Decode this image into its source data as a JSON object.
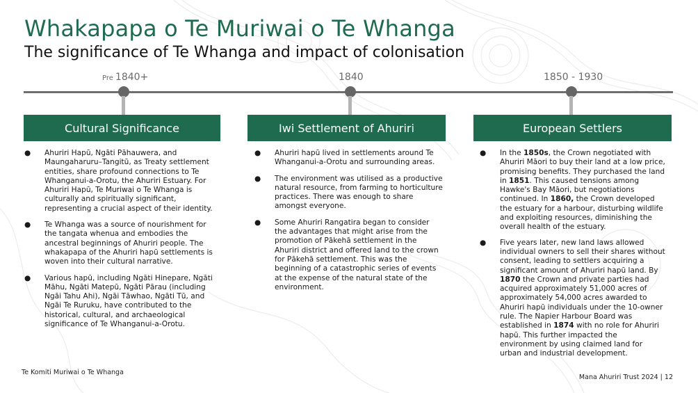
{
  "title": "Whakapapa o Te Muriwai o Te Whanga",
  "subtitle": "The significance of Te Whanga and impact of colonisation",
  "timeline": [
    {
      "prefix": "Pre",
      "label": "1840+"
    },
    {
      "prefix": "",
      "label": "1840"
    },
    {
      "prefix": "",
      "label": "1850 - 1930"
    }
  ],
  "columns": [
    {
      "header": "Cultural Significance",
      "bullets": [
        [
          {
            "t": "Ahuriri Hapū, Ngāti Pāhauwera, and Maungaharuru–Tangitū, as Treaty settlement entities, share profound connections to Te Whanganui-a-Orotu, the Ahuriri Estuary. For Ahuriri Hapū, Te Muriwai o Te Whanga is culturally and spiritually significant, representing a crucial aspect of their identity.",
            "b": false
          }
        ],
        [
          {
            "t": "Te Whanga was a source of nourishment for the tangata whenua and embodies the ancestral beginnings of Ahuriri people. The whakapapa of the Ahuriri hapū settlements is woven into their cultural narrative.",
            "b": false
          }
        ],
        [
          {
            "t": "Various hapū, including Ngāti Hinepare, Ngāti Māhu, Ngāti Matepū, Ngāti Pārau (including Ngāi Tahu Ahi), Ngāi Tāwhao, Ngāti Tū, and Ngāi Te Ruruku, have contributed to the historical, cultural, and archaeological significance of Te Whanganui-a-Orotu.",
            "b": false
          }
        ]
      ]
    },
    {
      "header": "Iwi Settlement of Ahuriri",
      "bullets": [
        [
          {
            "t": "Ahuriri hapū lived in settlements around Te Whanganui-a-Orotu and surrounding areas.",
            "b": false
          }
        ],
        [
          {
            "t": "The environment was utilised as a productive natural resource, from farming to horticulture practices. There was enough to share amongst everyone.",
            "b": false
          }
        ],
        [
          {
            "t": "Some Ahuriri Rangatira began to consider the advantages that might arise from the promotion of Pākehā settlement in the Ahuriri district and offered land to the crown for Pākehā settlement. This was the beginning of a catastrophic series of events at the expense of the natural state of the environment.",
            "b": false
          }
        ]
      ]
    },
    {
      "header": "European Settlers",
      "bullets": [
        [
          {
            "t": " In the ",
            "b": false
          },
          {
            "t": "1850s",
            "b": true
          },
          {
            "t": ", the Crown negotiated with Ahuriri Māori to buy their land at a low price, promising benefits. They purchased the land in ",
            "b": false
          },
          {
            "t": "1851",
            "b": true
          },
          {
            "t": ". This caused tensions among Hawke's Bay Māori, but negotiations continued. In ",
            "b": false
          },
          {
            "t": "1860,",
            "b": true
          },
          {
            "t": " the Crown developed the estuary for a harbour, disturbing wildlife and exploiting resources, diminishing the overall health of the estuary.",
            "b": false
          }
        ],
        [
          {
            "t": " Five years later, new land laws allowed individual owners to sell their shares without consent, leading to settlers acquiring a significant amount of Ahuriri hapū land. By ",
            "b": false
          },
          {
            "t": "1870",
            "b": true
          },
          {
            "t": " the Crown and private parties had acquired approximately 51,000 acres of approximately 54,000 acres awarded to Ahuriri hapū individuals under the 10-owner rule. The Napier Harbour Board was established in ",
            "b": false
          },
          {
            "t": "1874",
            "b": true
          },
          {
            "t": " with no role for Ahuriri hapū. This further impacted the environment by using claimed land for urban and industrial development.",
            "b": false
          }
        ]
      ]
    }
  ],
  "footer": {
    "left": "Te Komiti Muriwai o Te Whanga",
    "right": "Mana Ahuriri Trust 2024 | 12"
  },
  "colors": {
    "brand_green": "#1e6b4f",
    "timeline_gray": "#6e6e6e"
  }
}
